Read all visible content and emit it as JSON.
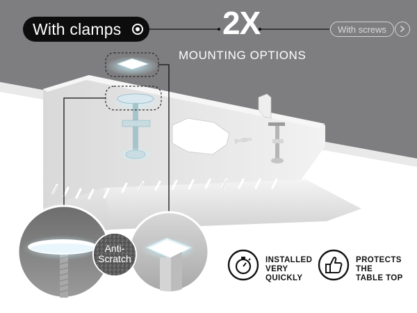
{
  "header": {
    "clamps_option": "With clamps",
    "count": "2X",
    "subtitle": "MOUNTING OPTIONS",
    "screws_option": "With screws"
  },
  "badge": {
    "line1": "Anti-",
    "line2": "Scratch"
  },
  "features": [
    {
      "icon": "stopwatch-icon",
      "line1": "INSTALLED",
      "line2": "VERY",
      "line3": "QUICKLY"
    },
    {
      "icon": "thumbs-up-icon",
      "line1": "PROTECTS",
      "line2": "THE",
      "line3": "TABLE TOP"
    }
  ],
  "colors": {
    "background_gray": "#7e7e80",
    "pill_dark": "#0d0d0d",
    "text_white": "#ffffff"
  }
}
